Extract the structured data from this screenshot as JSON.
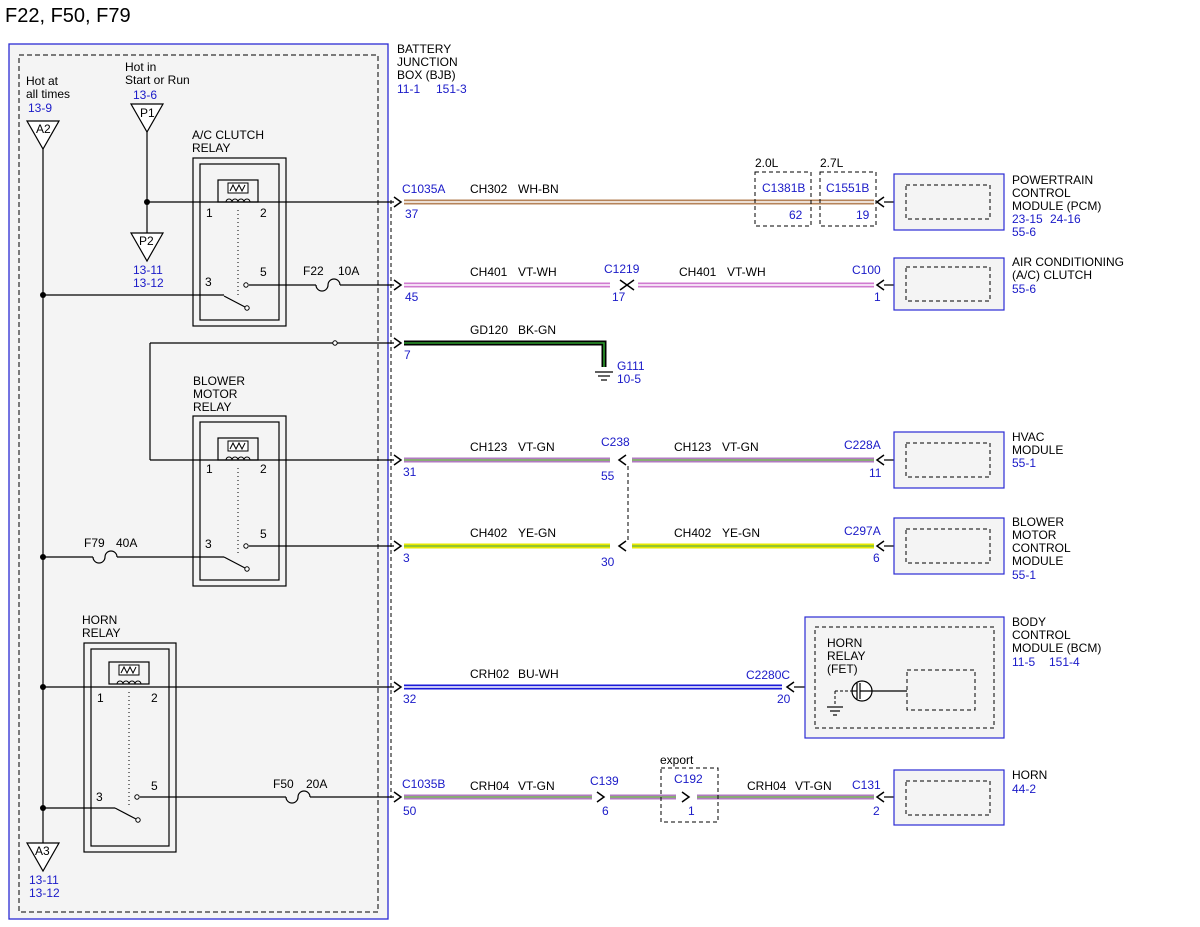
{
  "title": "F22, F50, F79",
  "bjb": {
    "line1": "BATTERY",
    "line2": "JUNCTION",
    "line3": "BOX (BJB)",
    "ref1": "11-1",
    "ref2": "151-3"
  },
  "feeds": {
    "hot_at_all_times": {
      "line1": "Hot at",
      "line2": "all times",
      "ref": "13-9",
      "label": "A2"
    },
    "hot_in_start_run": {
      "line1": "Hot in",
      "line2": "Start or Run",
      "ref": "13-6",
      "label": "P1"
    },
    "p2": {
      "label": "P2",
      "ref1": "13-11",
      "ref2": "13-12"
    },
    "a3": {
      "label": "A3",
      "ref1": "13-11",
      "ref2": "13-12"
    }
  },
  "relays": {
    "ac_clutch": {
      "line1": "A/C CLUTCH",
      "line2": "RELAY",
      "pin1": "1",
      "pin2": "2",
      "pin3": "3",
      "pin5": "5"
    },
    "blower_motor": {
      "line1": "BLOWER",
      "line2": "MOTOR",
      "line3": "RELAY",
      "pin1": "1",
      "pin2": "2",
      "pin3": "3",
      "pin5": "5"
    },
    "horn": {
      "line1": "HORN",
      "line2": "RELAY",
      "pin1": "1",
      "pin2": "2",
      "pin3": "3",
      "pin5": "5"
    }
  },
  "fuses": {
    "f22": {
      "name": "F22",
      "rating": "10A"
    },
    "f79": {
      "name": "F79",
      "rating": "40A"
    },
    "f50": {
      "name": "F50",
      "rating": "20A"
    }
  },
  "circuits": {
    "pcm": {
      "connector": "C1035A",
      "pin": "37",
      "circuit": "CH302",
      "color": "WH-BN",
      "inline1": {
        "variant": "2.0L",
        "connector": "C1381B",
        "pin": "62"
      },
      "inline2": {
        "variant": "2.7L",
        "connector": "C1551B",
        "pin": "19"
      },
      "wire_colors": [
        "#ffffff",
        "#b5835a"
      ]
    },
    "ac_clutch": {
      "pin": "45",
      "circuit": "CH401",
      "color": "VT-WH",
      "mid_connector": "C1219",
      "mid_pin": "17",
      "circuit2": "CH401",
      "color2": "VT-WH",
      "end_connector": "C100",
      "end_pin": "1",
      "wire_colors": [
        "#d07bd0",
        "#ffffff"
      ]
    },
    "ground": {
      "pin": "7",
      "circuit": "GD120",
      "color": "BK-GN",
      "ground_name": "G111",
      "ground_ref": "10-5",
      "wire_colors": [
        "#000000",
        "#2e9e2e"
      ]
    },
    "hvac": {
      "pin": "31",
      "circuit": "CH123",
      "color": "VT-GN",
      "mid_connector": "C238",
      "mid_pin": "55",
      "circuit2": "CH123",
      "color2": "VT-GN",
      "end_connector": "C228A",
      "end_pin": "11",
      "wire_colors": [
        "#b07ac0",
        "#7bbb5a"
      ]
    },
    "blower": {
      "pin": "3",
      "circuit": "CH402",
      "color": "YE-GN",
      "mid_pin": "30",
      "circuit2": "CH402",
      "color2": "YE-GN",
      "end_connector": "C297A",
      "end_pin": "6",
      "wire_colors": [
        "#e8e800",
        "#7bbb3a"
      ]
    },
    "horn_relay": {
      "pin": "32",
      "circuit": "CRH02",
      "color": "BU-WH",
      "end_connector": "C2280C",
      "end_pin": "20",
      "wire_colors": [
        "#1a1ad8",
        "#ffffff"
      ]
    },
    "horn": {
      "connector": "C1035B",
      "pin": "50",
      "circuit": "CRH04",
      "color": "VT-GN",
      "mid_connector": "C139",
      "mid_pin": "6",
      "export_label": "export",
      "export_connector": "C192",
      "export_pin": "1",
      "circuit2": "CRH04",
      "color2": "VT-GN",
      "end_connector": "C131",
      "end_pin": "2",
      "wire_colors": [
        "#b07ac0",
        "#7bbb5a"
      ]
    }
  },
  "modules": {
    "pcm": {
      "line1": "POWERTRAIN",
      "line2": "CONTROL",
      "line3": "MODULE (PCM)",
      "ref1": "23-15",
      "ref2": "24-16",
      "ref3": "55-6"
    },
    "ac_clutch": {
      "line1": "AIR CONDITIONING",
      "line2": "(A/C) CLUTCH",
      "ref1": "55-6"
    },
    "hvac": {
      "line1": "HVAC",
      "line2": "MODULE",
      "ref1": "55-1"
    },
    "blower": {
      "line1": "BLOWER",
      "line2": "MOTOR",
      "line3": "CONTROL",
      "line4": "MODULE",
      "ref1": "55-1"
    },
    "bcm": {
      "line1": "BODY",
      "line2": "CONTROL",
      "line3": "MODULE (BCM)",
      "ref1": "11-5",
      "ref2": "151-4",
      "inner1": "HORN",
      "inner2": "RELAY",
      "inner3": "(FET)"
    },
    "horn": {
      "line1": "HORN",
      "ref1": "44-2"
    }
  }
}
